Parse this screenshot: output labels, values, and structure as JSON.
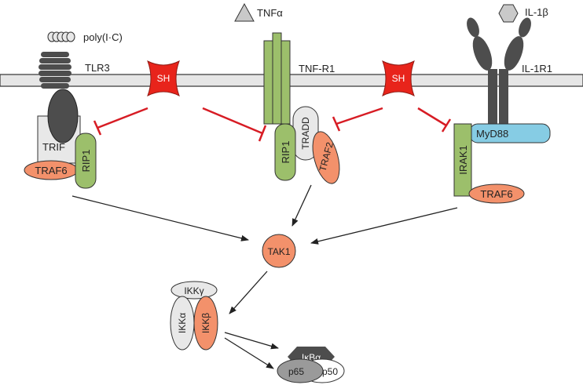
{
  "colors": {
    "membrane": "#e6e6e6",
    "receptor_dark": "#4d4d4d",
    "green": "#9cbf6b",
    "orange": "#f3916b",
    "blue": "#86cce4",
    "light_grey": "#e8e8e8",
    "mid_grey": "#9a9a9a",
    "sh_red": "#e8241b",
    "inhibit_red": "#d71c24",
    "arrow": "#222222",
    "outline": "#333333"
  },
  "labels": {
    "polyIC": "poly(I·C)",
    "TLR3": "TLR3",
    "TNFa": "TNFα",
    "TNFR1": "TNF-R1",
    "IL1b": "IL-1β",
    "IL1R1": "IL-1R1",
    "SH": "SH",
    "TRIF": "TRIF",
    "TRAF6": "TRAF6",
    "RIP1": "RIP1",
    "TRADD": "TRADD",
    "TRAF2": "TRAF2",
    "MyD88": "MyD88",
    "IRAK1": "IRAK1",
    "TAK1": "TAK1",
    "IKKg": "IKKγ",
    "IKKa": "IKKα",
    "IKKb": "IKKβ",
    "IkBa": "IκBα",
    "p65": "p65",
    "p50": "p50"
  }
}
